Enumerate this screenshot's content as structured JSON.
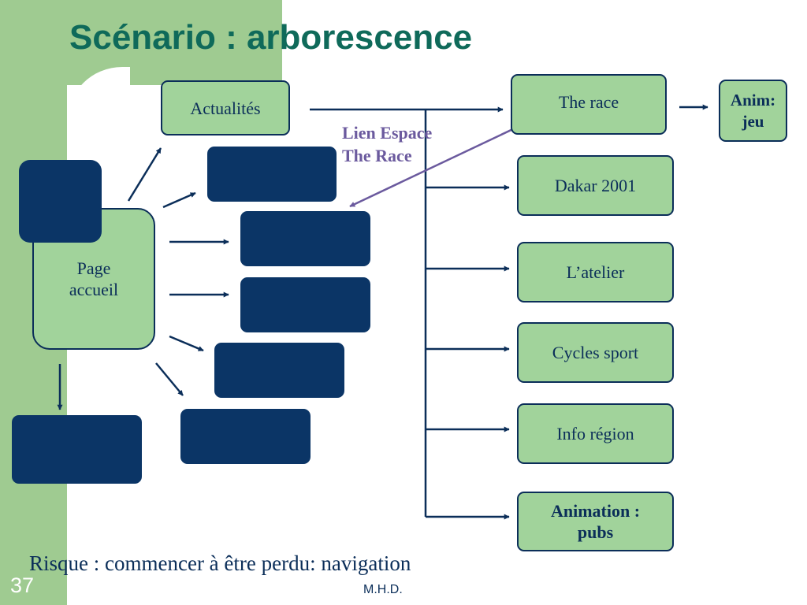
{
  "slide": {
    "title": "Scénario : arborescence",
    "footer_text": "Risque : commencer à être perdu: navigation",
    "page_number": "37",
    "author": "M.H.D."
  },
  "diagram": {
    "root": {
      "label_line1": "Page",
      "label_line2": "accueil"
    },
    "nodes": {
      "actualites": "Actualités",
      "the_race": "The race",
      "anim_jeu_line1": "Anim:",
      "anim_jeu_line2": "jeu",
      "dakar": "Dakar 2001",
      "atelier": "L’atelier",
      "cycles": "Cycles sport",
      "info_region": "Info région",
      "animation_pubs_line1": "Animation :",
      "animation_pubs_line2": "pubs"
    },
    "link_note": {
      "line1": "Lien Espace",
      "line2": "The Race"
    }
  },
  "colors": {
    "background": "#ffffff",
    "band": "#9fcb91",
    "title": "#0f6a5a",
    "node_fill": "#a1d39b",
    "node_border": "#0b2e59",
    "dark_box": "#0b3566",
    "arrow": "#0b2e59",
    "link_note": "#6b5a9e"
  }
}
